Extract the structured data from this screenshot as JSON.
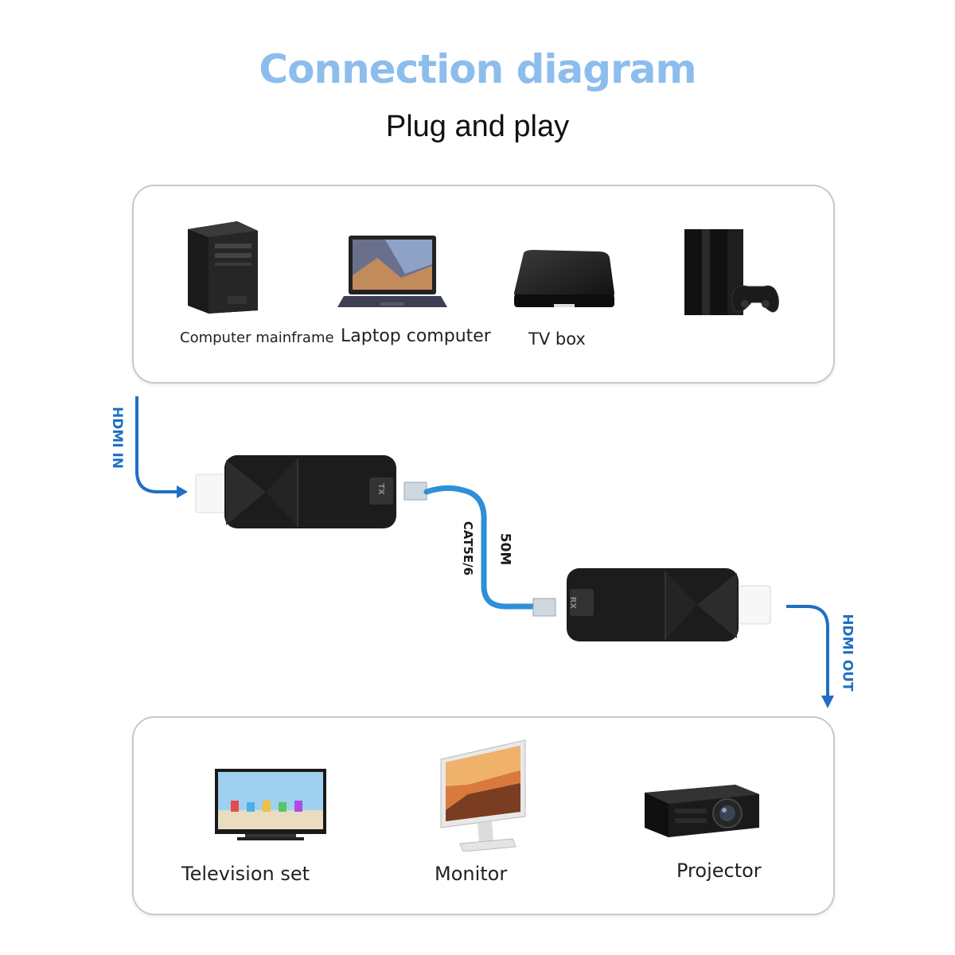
{
  "title": "Connection diagram",
  "subtitle": "Plug and play",
  "sources": [
    {
      "label": "Computer mainframe",
      "icon": "desktop-tower-icon"
    },
    {
      "label": "Laptop computer",
      "icon": "laptop-icon"
    },
    {
      "label": "TV box",
      "icon": "tv-box-icon"
    },
    {
      "label": "",
      "icon": "game-console-icon"
    }
  ],
  "link": {
    "hdmi_in": "HDMI IN",
    "hdmi_out": "HDMI OUT",
    "cable_type": "CAT5E/6",
    "cable_length": "50M",
    "transmitter_mark": "TX",
    "receiver_mark": "RX"
  },
  "displays": [
    {
      "label": "Television set",
      "icon": "television-icon"
    },
    {
      "label": "Monitor",
      "icon": "monitor-icon"
    },
    {
      "label": "Projector",
      "icon": "projector-icon"
    }
  ],
  "colors": {
    "title": "#8cbdec",
    "arrow": "#1f6fc2",
    "cable": "#2f8fd8",
    "device_body": "#1c1c1c"
  }
}
